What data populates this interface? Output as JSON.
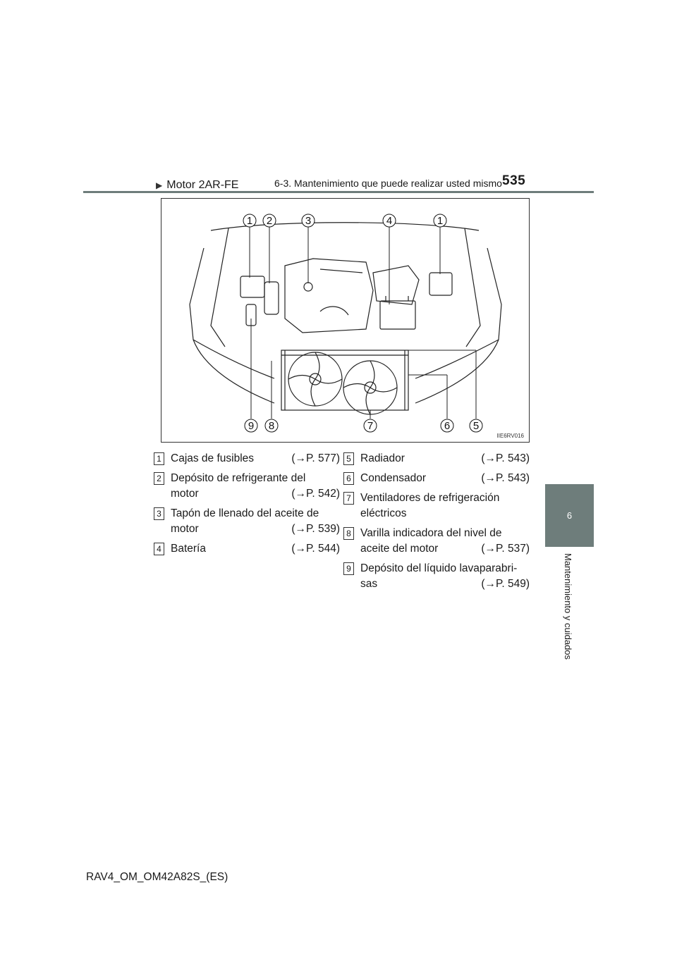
{
  "header": {
    "section": "6-3. Mantenimiento que puede realizar usted mismo",
    "page_number": "535"
  },
  "side_tab": {
    "chapter": "6",
    "label": "Mantenimiento y cuidados"
  },
  "engine_title": "Motor 2AR-FE",
  "figure": {
    "code": "IIE6RV016",
    "callouts": [
      "1",
      "2",
      "3",
      "4",
      "1",
      "9",
      "8",
      "7",
      "6",
      "5"
    ]
  },
  "legend": {
    "left": [
      {
        "num": "1",
        "lines": [
          {
            "text": "Cajas de fusibles",
            "ref": "(→P. 577)"
          }
        ]
      },
      {
        "num": "2",
        "lines": [
          {
            "text": "Depósito de refrigerante del",
            "ref": ""
          },
          {
            "text": "motor",
            "ref": "(→P. 542)"
          }
        ]
      },
      {
        "num": "3",
        "lines": [
          {
            "text": "Tapón de llenado del aceite de",
            "ref": ""
          },
          {
            "text": "motor",
            "ref": "(→P. 539)"
          }
        ]
      },
      {
        "num": "4",
        "lines": [
          {
            "text": "Batería",
            "ref": "(→P. 544)"
          }
        ]
      }
    ],
    "right": [
      {
        "num": "5",
        "lines": [
          {
            "text": "Radiador",
            "ref": "(→P. 543)"
          }
        ]
      },
      {
        "num": "6",
        "lines": [
          {
            "text": "Condensador",
            "ref": "(→P. 543)"
          }
        ]
      },
      {
        "num": "7",
        "lines": [
          {
            "text": "Ventiladores de refrigeración",
            "ref": ""
          },
          {
            "text": "eléctricos",
            "ref": ""
          }
        ]
      },
      {
        "num": "8",
        "lines": [
          {
            "text": "Varilla indicadora del nivel de",
            "ref": ""
          },
          {
            "text": "aceite del motor",
            "ref": "(→P. 537)"
          }
        ]
      },
      {
        "num": "9",
        "lines": [
          {
            "text": "Depósito del líquido lavaparabri-",
            "ref": ""
          },
          {
            "text": "sas",
            "ref": "(→P. 549)"
          }
        ]
      }
    ]
  },
  "footer": {
    "doc_id": "RAV4_OM_OM42A82S_(ES)"
  }
}
